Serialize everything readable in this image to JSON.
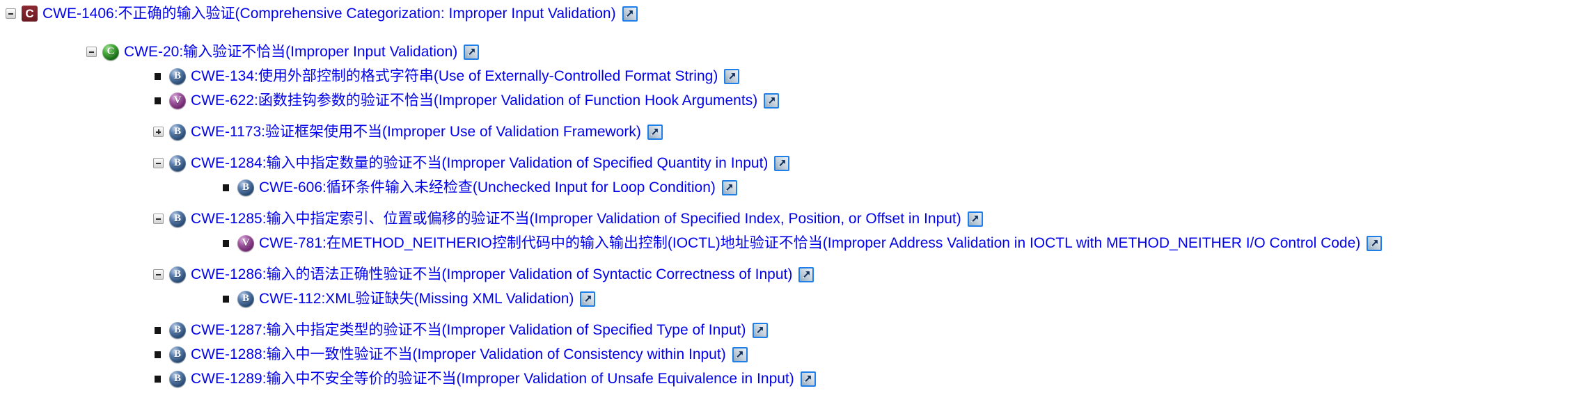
{
  "page": {
    "background": "#ffffff",
    "link_color": "#0202e8"
  },
  "icons": {
    "category": {
      "letter": "C",
      "shape": "square",
      "color": "#7b232b"
    },
    "class": {
      "letter": "C",
      "shape": "circle",
      "color": "#1c7a1c"
    },
    "base": {
      "letter": "B",
      "shape": "circle",
      "color": "#2f4f7d"
    },
    "variant": {
      "letter": "V",
      "shape": "circle",
      "color": "#7a2f7a"
    },
    "external_link": {
      "border_color": "#1f7fe8",
      "arrow_color": "#0e2f5a"
    }
  },
  "tree": {
    "rows": [
      {
        "id": "CWE-1406",
        "level": 0,
        "marker": "collapse",
        "type": "category",
        "label": "CWE-1406:不正确的输入验证(Comprehensive Categorization: Improper Input Validation)"
      },
      {
        "id": "CWE-20",
        "level": 1,
        "marker": "collapse",
        "type": "class",
        "label": "CWE-20:输入验证不恰当(Improper Input Validation)"
      },
      {
        "id": "CWE-134",
        "level": 2,
        "marker": "bullet",
        "type": "base",
        "label": "CWE-134:使用外部控制的格式字符串(Use of Externally-Controlled Format String)"
      },
      {
        "id": "CWE-622",
        "level": 2,
        "marker": "bullet",
        "type": "variant",
        "label": "CWE-622:函数挂钩参数的验证不恰当(Improper Validation of Function Hook Arguments)"
      },
      {
        "id": "CWE-1173",
        "level": 2,
        "marker": "expand",
        "type": "base",
        "label": "CWE-1173:验证框架使用不当(Improper Use of Validation Framework)"
      },
      {
        "id": "CWE-1284",
        "level": 2,
        "marker": "collapse",
        "type": "base",
        "label": "CWE-1284:输入中指定数量的验证不当(Improper Validation of Specified Quantity in Input)"
      },
      {
        "id": "CWE-606",
        "level": 3,
        "marker": "bullet",
        "type": "base",
        "label": "CWE-606:循环条件输入未经检查(Unchecked Input for Loop Condition)"
      },
      {
        "id": "CWE-1285",
        "level": 2,
        "marker": "collapse",
        "type": "base",
        "label": "CWE-1285:输入中指定索引、位置或偏移的验证不当(Improper Validation of Specified Index, Position, or Offset in Input)"
      },
      {
        "id": "CWE-781",
        "level": 3,
        "marker": "bullet",
        "type": "variant",
        "label": "CWE-781:在METHOD_NEITHERIO控制代码中的输入输出控制(IOCTL)地址验证不恰当(Improper Address Validation in IOCTL with METHOD_NEITHER I/O Control Code)"
      },
      {
        "id": "CWE-1286",
        "level": 2,
        "marker": "collapse",
        "type": "base",
        "label": "CWE-1286:输入的语法正确性验证不当(Improper Validation of Syntactic Correctness of Input)"
      },
      {
        "id": "CWE-112",
        "level": 3,
        "marker": "bullet",
        "type": "base",
        "label": "CWE-112:XML验证缺失(Missing XML Validation)"
      },
      {
        "id": "CWE-1287",
        "level": 2,
        "marker": "bullet",
        "type": "base",
        "label": "CWE-1287:输入中指定类型的验证不当(Improper Validation of Specified Type of Input)"
      },
      {
        "id": "CWE-1288",
        "level": 2,
        "marker": "bullet",
        "type": "base",
        "label": "CWE-1288:输入中一致性验证不当(Improper Validation of Consistency within Input)"
      },
      {
        "id": "CWE-1289",
        "level": 2,
        "marker": "bullet",
        "type": "base",
        "label": "CWE-1289:输入中不安全等价的验证不当(Improper Validation of Unsafe Equivalence in Input)"
      }
    ]
  }
}
